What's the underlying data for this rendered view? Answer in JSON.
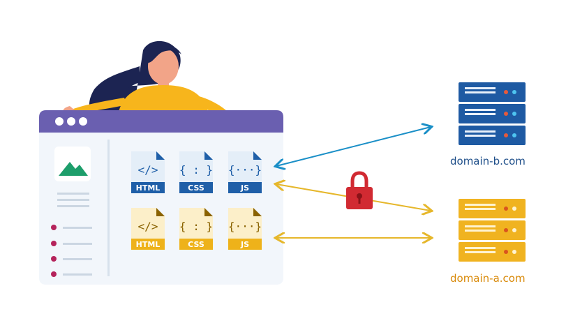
{
  "servers": {
    "b": {
      "label": "domain-b.com"
    },
    "a": {
      "label": "domain-a.com"
    }
  },
  "files": {
    "blue": [
      {
        "label": "HTML",
        "symbol": "</>"
      },
      {
        "label": "CSS",
        "symbol": "{ : }"
      },
      {
        "label": "JS",
        "symbol": "{···}"
      }
    ],
    "yellow": [
      {
        "label": "HTML",
        "symbol": "</>"
      },
      {
        "label": "CSS",
        "symbol": "{ : }"
      },
      {
        "label": "JS",
        "symbol": "{···}"
      }
    ]
  },
  "colors": {
    "blue": "#1f5fa8",
    "blue_light": "#e4eef8",
    "yellow": "#eeb21a",
    "yellow_light": "#fcefc9",
    "browser_bar": "#6a5fb0",
    "lock": "#d12a32",
    "arrow_blue": "#1a8fc7",
    "arrow_yellow": "#e6b72b"
  }
}
